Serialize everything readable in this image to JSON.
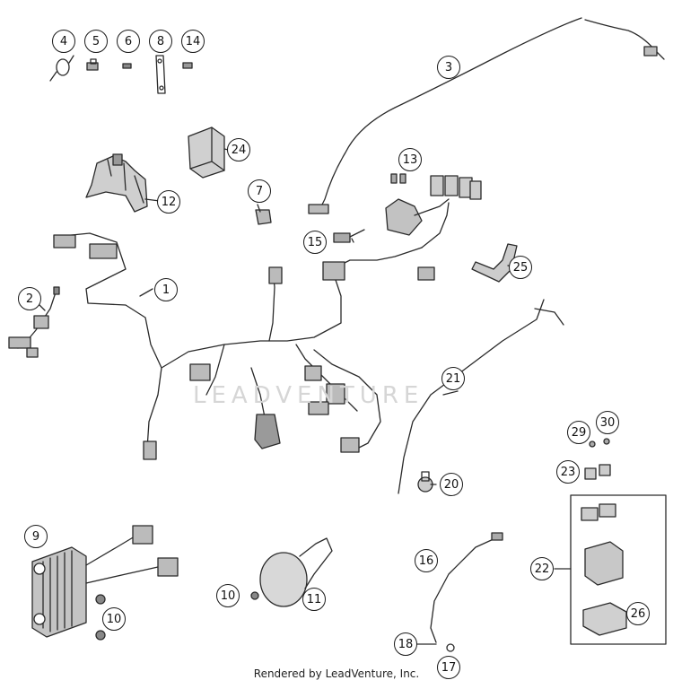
{
  "diagram": {
    "callouts": {
      "c1": "1",
      "c2": "2",
      "c3": "3",
      "c4": "4",
      "c5": "5",
      "c6": "6",
      "c7": "7",
      "c8": "8",
      "c9": "9",
      "c10a": "10",
      "c10b": "10",
      "c11": "11",
      "c12": "12",
      "c13": "13",
      "c14": "14",
      "c15": "15",
      "c16": "16",
      "c17": "17",
      "c18": "18",
      "c20": "20",
      "c21": "21",
      "c22": "22",
      "c23": "23",
      "c24": "24",
      "c25": "25",
      "c26": "26",
      "c29": "29",
      "c30": "30"
    },
    "watermark_text": "LEADVENTURE",
    "footer": "Rendered by LeadVenture, Inc.",
    "line_color": "#2a2a2a",
    "part_fill": "#bdbdbd"
  }
}
